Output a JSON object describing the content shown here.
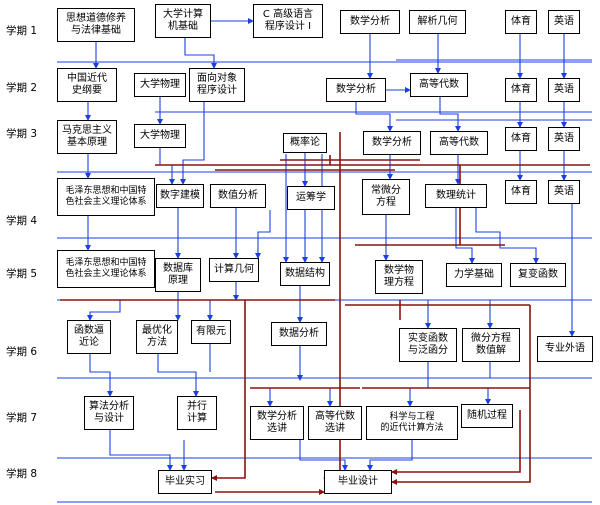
{
  "semesters": [
    "学期 1",
    "学期 2",
    "学期 3",
    "学期 4",
    "学期 5",
    "学期 6",
    "学期 7",
    "学期 8"
  ],
  "courses": {
    "sxddxy": "思想道德修养\n与法律基础",
    "dxjsj": "大学计算\n机基础",
    "cgj": "C 高级语言\n程序设计 I",
    "sxfx1": "数学分析",
    "jxjh": "解析几何",
    "ty1": "体育",
    "yy1": "英语",
    "zgjd": "中国近代\n史纲要",
    "dxwl1": "大学物理",
    "mxdx": "面向对象\n程序设计",
    "sxfx2": "数学分析",
    "gddx1": "高等代数",
    "ty2": "体育",
    "yy2": "英语",
    "mkszy": "马克思主义\n基本原理",
    "dxwl2": "大学物理",
    "glv": "概率论",
    "sxfx3": "数学分析",
    "gddx2": "高等代数",
    "ty3": "体育",
    "yy3": "英语",
    "mzd1": "毛泽东思想和中国特\n色社会主义理论体系",
    "sjjg1": "数字建模",
    "szfx": "数值分析",
    "ycx": "运筹学",
    "cwf": "常微分\n方程",
    "sltj": "数理统计",
    "ty4": "体育",
    "yy4": "英语",
    "mzd2": "毛泽东思想和中国特\n色社会主义理论体系",
    "sjk": "数据库\n原理",
    "jsjh": "计算几何",
    "sjjg2": "数据结构",
    "sxwl": "数学物\n理方程",
    "lxjc": "力学基础",
    "fbhs": "复变函数",
    "hsbj": "函数逼\n近论",
    "zyhf": "最优化\n方法",
    "yxy": "有限元",
    "sjfx": "数据分析",
    "sbhs": "实变函数\n与泛函分",
    "wffc": "微分方程\n数值解",
    "zywy": "专业外语",
    "sffx": "算法分析\n与设计",
    "bxjs": "并行\n计算",
    "sxfxxj": "数学分析\n选讲",
    "gddxxj": "高等代数\n选讲",
    "kxgc": "科学与工程\n的近代计算方法",
    "sjgc": "随机过程",
    "bysx": "毕业实习",
    "bysj": "毕业设计"
  },
  "colors": {
    "blue": "#1b3fe0",
    "red": "#8b1010",
    "box_border": "#000000"
  }
}
